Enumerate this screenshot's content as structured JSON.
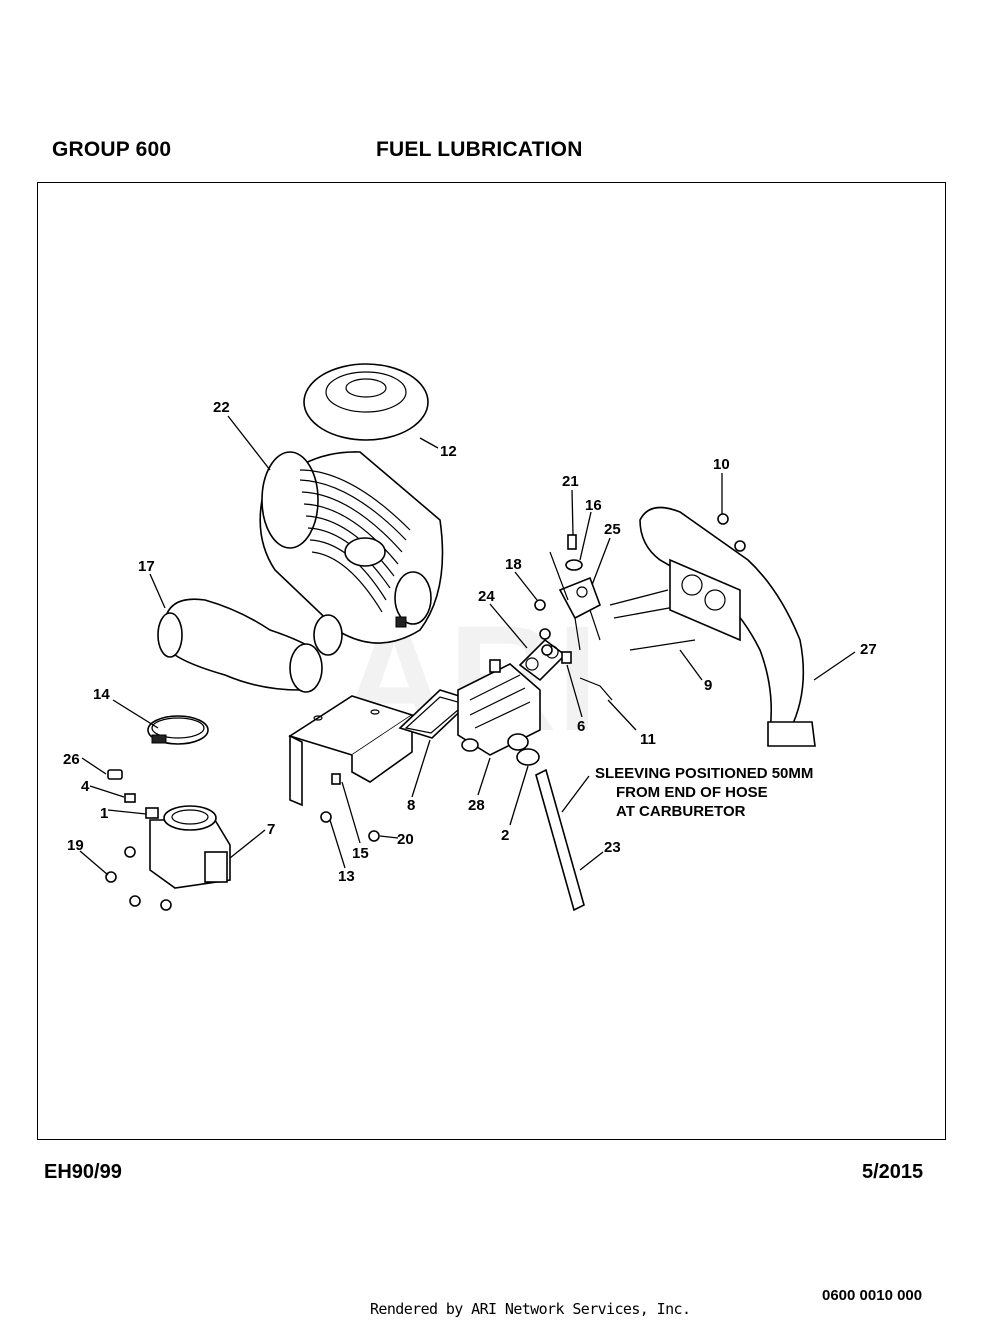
{
  "header": {
    "group": "GROUP 600",
    "title": "FUEL LUBRICATION"
  },
  "diagram": {
    "callouts": [
      "22",
      "12",
      "21",
      "16",
      "10",
      "25",
      "17",
      "18",
      "24",
      "27",
      "9",
      "14",
      "6",
      "11",
      "26",
      "4",
      "1",
      "8",
      "28",
      "2",
      "7",
      "15",
      "20",
      "19",
      "13",
      "23"
    ],
    "note_lines": [
      "SLEEVING POSITIONED 50MM",
      "FROM END OF HOSE",
      "AT CARBURETOR"
    ],
    "watermark": "ARI"
  },
  "footer": {
    "model": "EH90/99",
    "date": "5/2015",
    "code": "0600 0010 000",
    "rendered_by": "Rendered by ARI Network Services, Inc."
  }
}
